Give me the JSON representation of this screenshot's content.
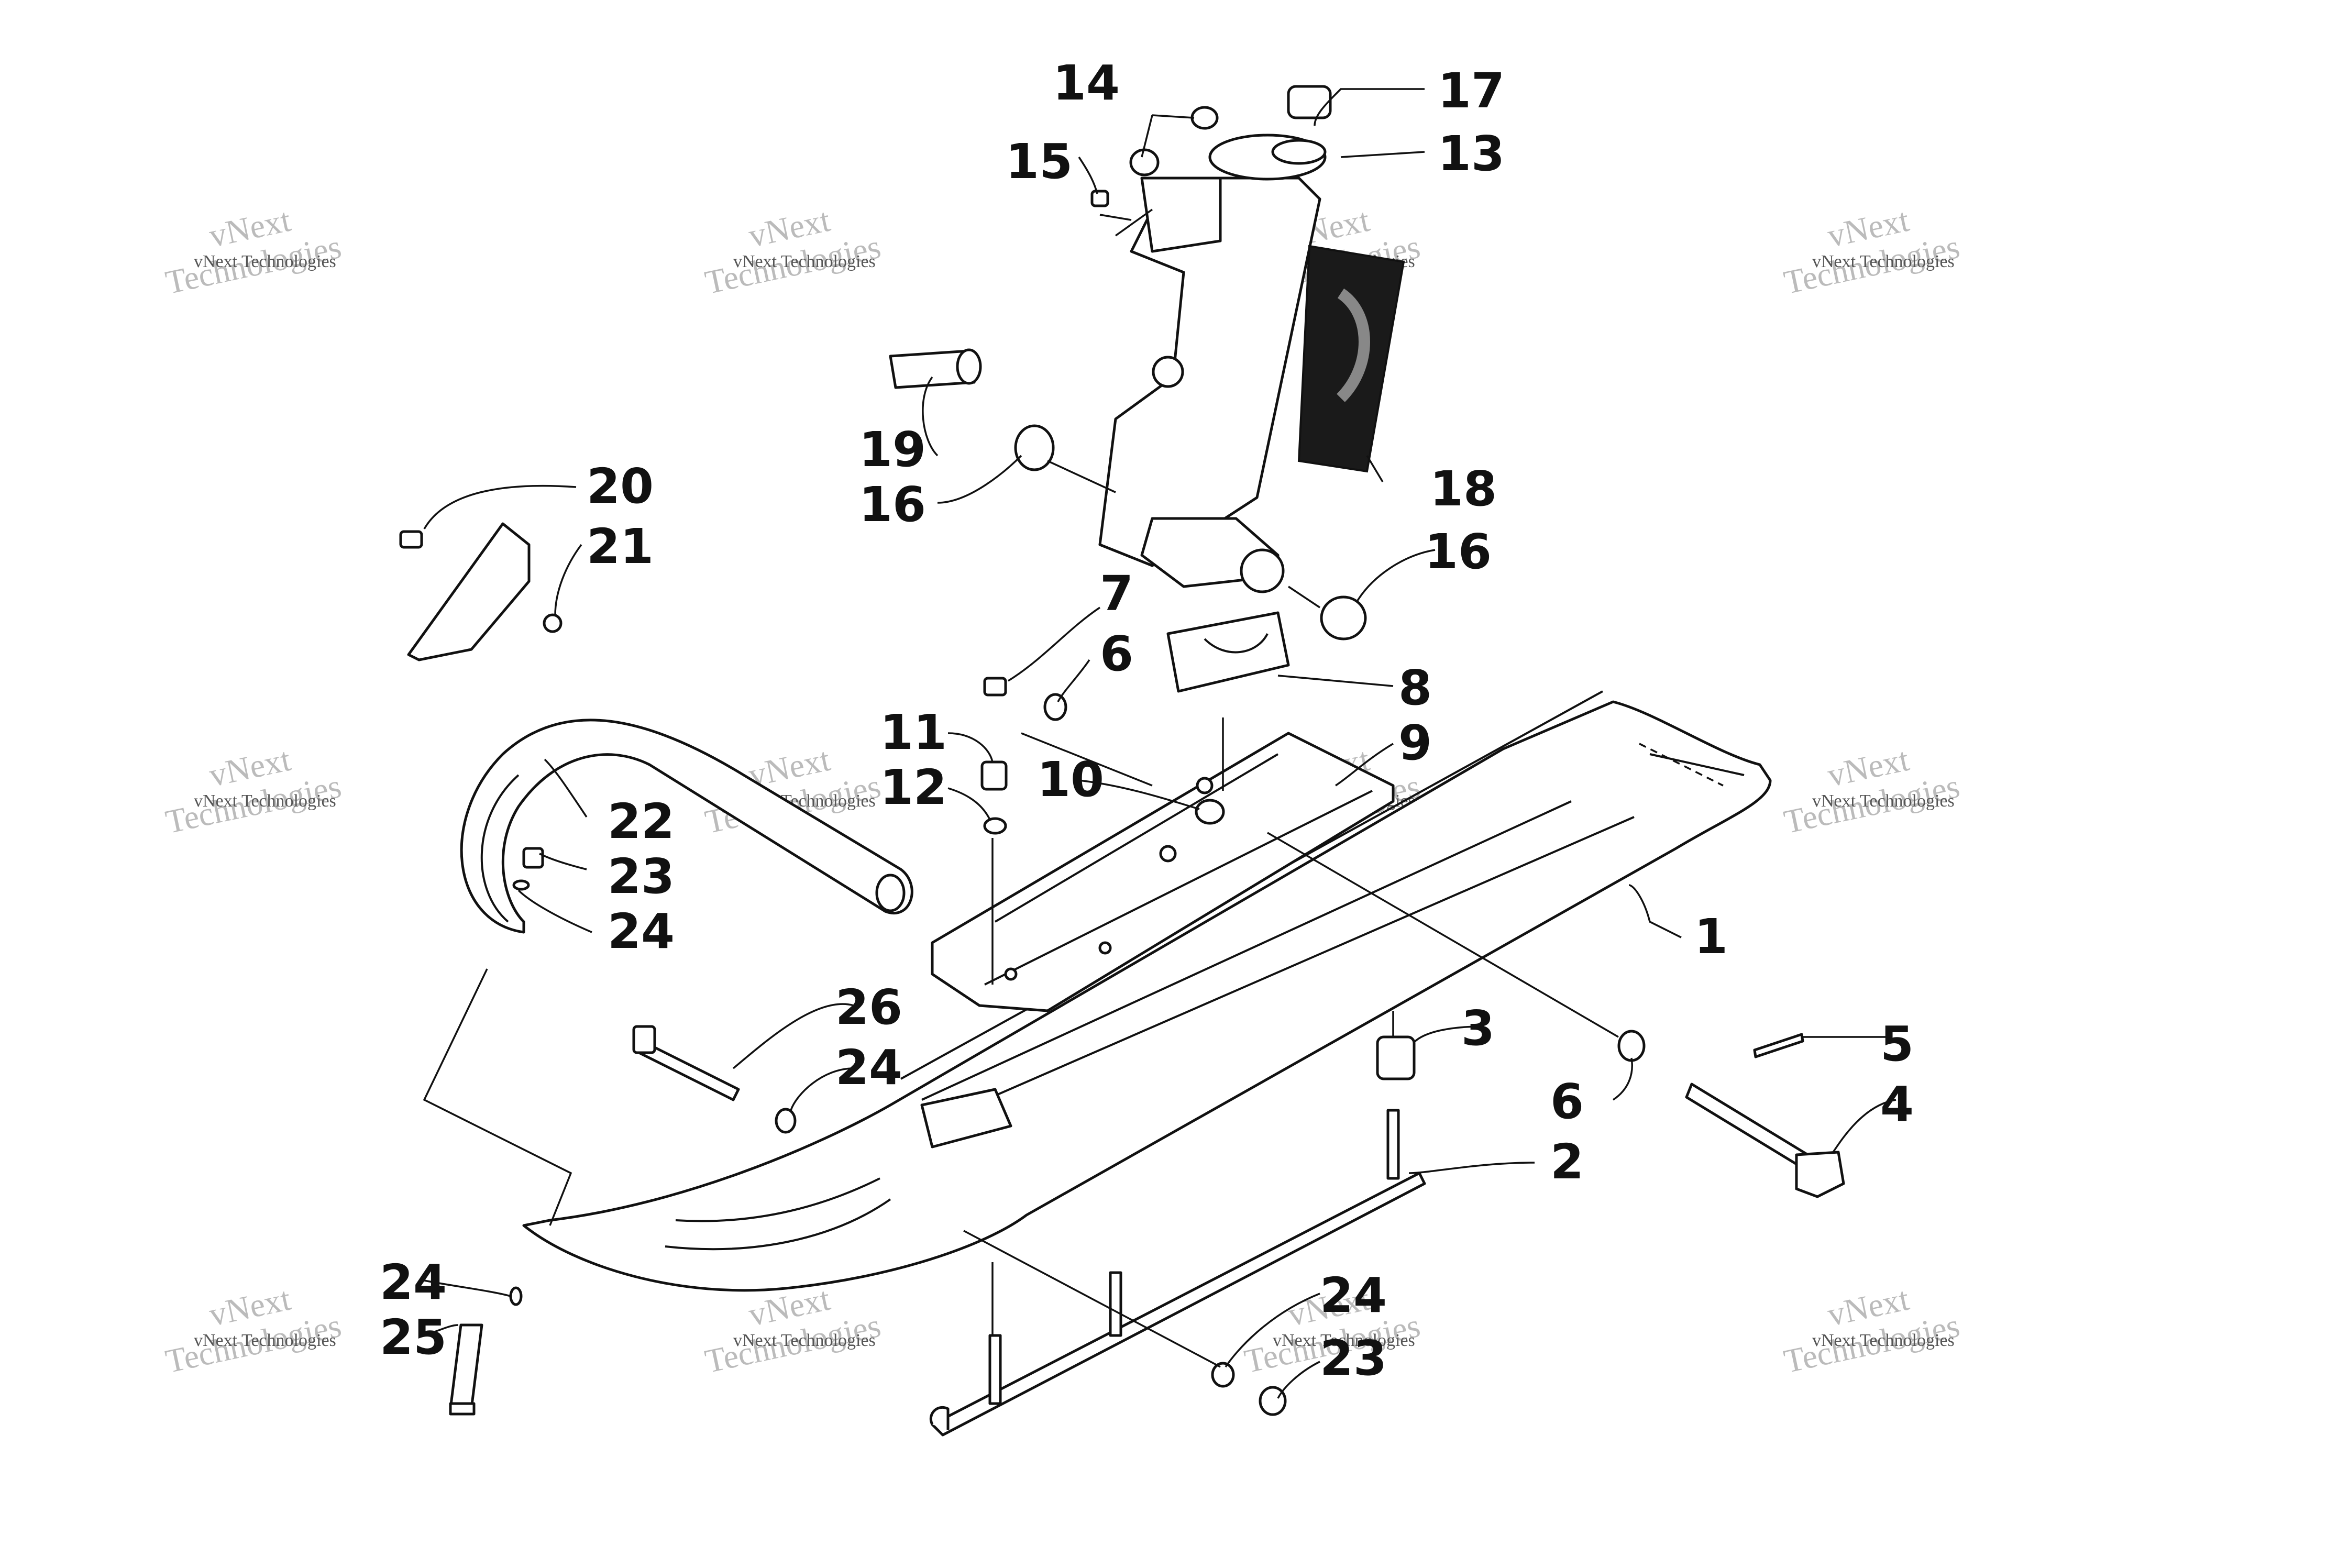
{
  "watermark": {
    "line1": "vNext Technologies",
    "line2": "vNext\nTechnologies"
  },
  "callouts": [
    {
      "id": "c1",
      "text": "1"
    },
    {
      "id": "c2",
      "text": "2"
    },
    {
      "id": "c3",
      "text": "3"
    },
    {
      "id": "c4",
      "text": "4"
    },
    {
      "id": "c5",
      "text": "5"
    },
    {
      "id": "c6a",
      "text": "6"
    },
    {
      "id": "c6b",
      "text": "6"
    },
    {
      "id": "c7",
      "text": "7"
    },
    {
      "id": "c8",
      "text": "8"
    },
    {
      "id": "c9",
      "text": "9"
    },
    {
      "id": "c10",
      "text": "10"
    },
    {
      "id": "c11",
      "text": "11"
    },
    {
      "id": "c12",
      "text": "12"
    },
    {
      "id": "c13",
      "text": "13"
    },
    {
      "id": "c14",
      "text": "14"
    },
    {
      "id": "c15",
      "text": "15"
    },
    {
      "id": "c16a",
      "text": "16"
    },
    {
      "id": "c16b",
      "text": "16"
    },
    {
      "id": "c17",
      "text": "17"
    },
    {
      "id": "c18",
      "text": "18"
    },
    {
      "id": "c19",
      "text": "19"
    },
    {
      "id": "c20",
      "text": "20"
    },
    {
      "id": "c21",
      "text": "21"
    },
    {
      "id": "c22",
      "text": "22"
    },
    {
      "id": "c23a",
      "text": "23"
    },
    {
      "id": "c23b",
      "text": "23"
    },
    {
      "id": "c24a",
      "text": "24"
    },
    {
      "id": "c24b",
      "text": "24"
    },
    {
      "id": "c24c",
      "text": "24"
    },
    {
      "id": "c24d",
      "text": "24"
    },
    {
      "id": "c25",
      "text": "25"
    },
    {
      "id": "c26",
      "text": "26"
    }
  ]
}
